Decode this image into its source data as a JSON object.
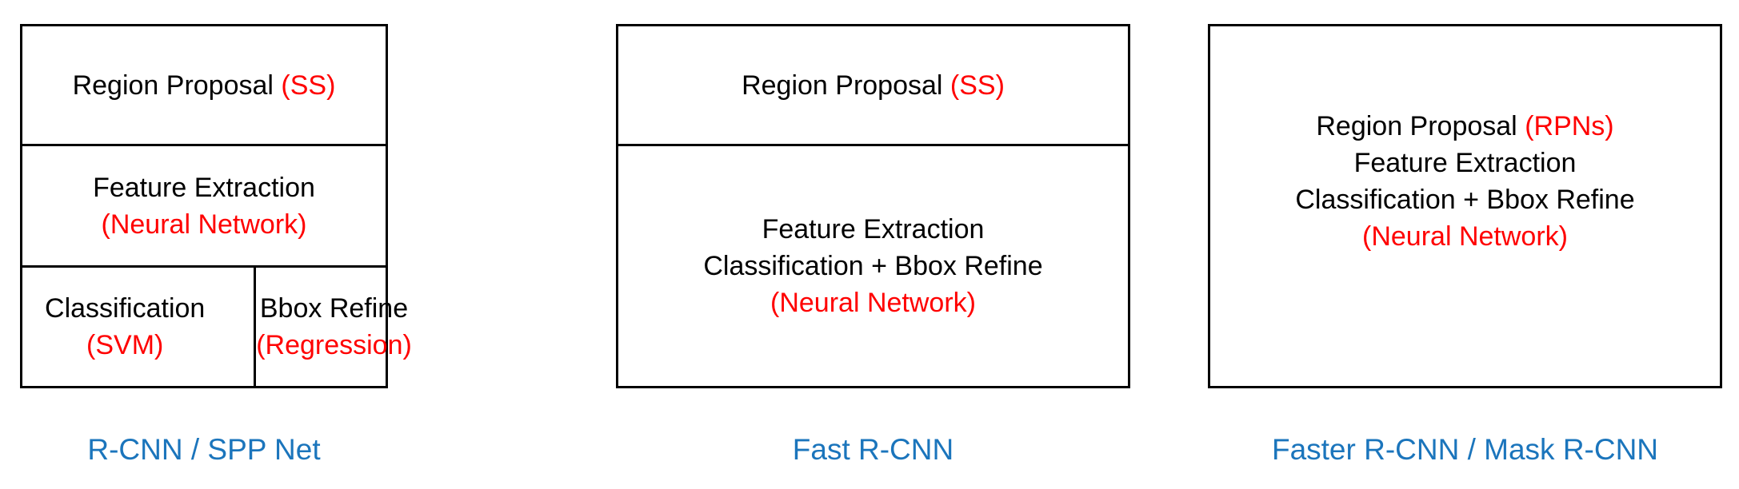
{
  "colors": {
    "method_highlight": "#ff0000",
    "caption_blue": "#1b75bc",
    "box_border": "#000000",
    "text_black": "#000000",
    "background": "#ffffff"
  },
  "boxes": {
    "rcnn": {
      "caption": "R-CNN / SPP Net",
      "region_proposal": {
        "label": "Region Proposal ",
        "method": "(SS)"
      },
      "feature_extraction": {
        "label": "Feature Extraction",
        "method": "(Neural Network)"
      },
      "classification": {
        "label": "Classification",
        "method": "(SVM)"
      },
      "bbox_refine": {
        "label": "Bbox Refine",
        "method": "(Regression)"
      }
    },
    "fast_rcnn": {
      "caption": "Fast R-CNN",
      "region_proposal": {
        "label": "Region Proposal ",
        "method": "(SS)"
      },
      "merged_stage": {
        "line1": "Feature Extraction",
        "line2": "Classification + Bbox Refine",
        "method": "(Neural Network)"
      }
    },
    "faster_rcnn": {
      "caption": "Faster R-CNN / Mask R-CNN",
      "merged_stage": {
        "line1_label": "Region Proposal ",
        "line1_method": "(RPNs)",
        "line2": "Feature Extraction",
        "line3": "Classification + Bbox Refine",
        "method": "(Neural Network)"
      }
    }
  }
}
